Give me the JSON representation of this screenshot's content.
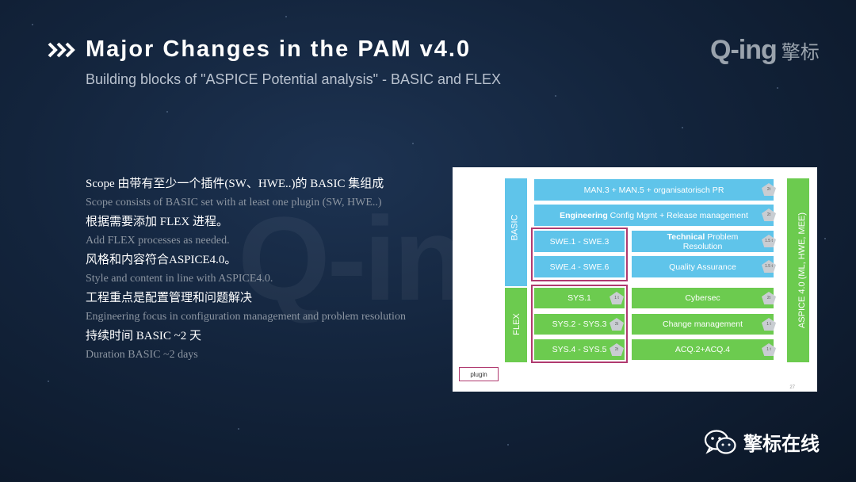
{
  "header": {
    "title": "Major Changes in the PAM v4.0",
    "subtitle": "Building blocks of \"ASPICE Potential analysis\" - BASIC and FLEX"
  },
  "logo": {
    "brand": "Q-ing",
    "brand_cn": "擎标"
  },
  "bullets": [
    {
      "zh": "Scope 由带有至少一个插件(SW、HWE..)的 BASIC 集组成",
      "en": "Scope consists of BASIC set with at least one plugin (SW, HWE..)"
    },
    {
      "zh": "根据需要添加 FLEX 进程。",
      "en": "Add FLEX processes as needed."
    },
    {
      "zh": "风格和内容符合ASPICE4.0。",
      "en": "Style and content in line with ASPICE4.0."
    },
    {
      "zh": "工程重点是配置管理和问题解决",
      "en": "Engineering focus in configuration management and problem resolution"
    },
    {
      "zh": "持续时间 BASIC ~2 天",
      "en": "Duration BASIC ~2 days"
    }
  ],
  "diagram": {
    "basic_label": "BASIC",
    "flex_label": "FLEX",
    "aspice_label": "ASPICE 4.0 (ML, HWE, MEE)",
    "man": "MAN.3 + MAN.5 + organisatorisch PR",
    "eng_bold": "Engineering",
    "eng_rest": " Config Mgmt + Release management",
    "swe1": "SWE.1 - SWE.3",
    "swe4": "SWE.4 - SWE.6",
    "tech_bold": "Technical",
    "tech_rest": " Problem Resolution",
    "qa": "Quality Assurance",
    "sys1": "SYS.1",
    "sys2": "SYS.2 - SYS.3",
    "sys4": "SYS.4 - SYS.5",
    "cyber": "Cybersec",
    "change": "Change management",
    "acq": "ACQ.2+ACQ.4",
    "plugin": "plugin",
    "page": "27",
    "badges": [
      "2t",
      "2t",
      "1.5 t",
      "1.5 t",
      "1 t",
      "2t",
      "2t",
      "2t",
      "1 t",
      "1 t"
    ]
  },
  "wechat": {
    "name": "擎标在线"
  },
  "colors": {
    "blue": "#5fc4ea",
    "green": "#6ccb4f",
    "plugin": "#b03a6f",
    "background": "#13243c"
  },
  "icons": [
    "double-chevron-right-icon",
    "wechat-icon"
  ]
}
